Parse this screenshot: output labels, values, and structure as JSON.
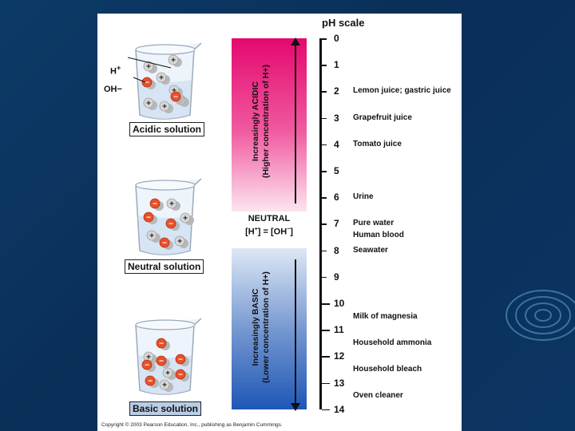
{
  "scale_title": "pH scale",
  "beakers": [
    {
      "label": "Acidic solution",
      "style": "plain"
    },
    {
      "label": "Neutral solution",
      "style": "plain"
    },
    {
      "label": "Basic solution",
      "style": "basic"
    }
  ],
  "ion_labels": {
    "h": "H+",
    "oh": "OH−"
  },
  "ion_signs": {
    "h": "+",
    "oh": "−"
  },
  "gradient": {
    "acidic_line1": "Increasingly ACIDIC",
    "acidic_line2": "(Higher concentration of H+)",
    "neutral_line1": "NEUTRAL",
    "neutral_line2": "[H+] = [OH−]",
    "basic_line1": "Increasingly BASIC",
    "basic_line2": "(Lower concentration of H+)"
  },
  "ph_values": [
    "0",
    "1",
    "2",
    "3",
    "4",
    "5",
    "6",
    "7",
    "8",
    "9",
    "10",
    "11",
    "12",
    "13",
    "14"
  ],
  "examples": [
    {
      "text": "Lemon juice; gastric juice",
      "ph": 2
    },
    {
      "text": "Grapefruit juice",
      "ph": 3
    },
    {
      "text": "Tomato juice",
      "ph": 4
    },
    {
      "text": "Urine",
      "ph": 6
    },
    {
      "text": "Pure water",
      "ph": 7
    },
    {
      "text": "Human blood",
      "ph": 7.45
    },
    {
      "text": "Seawater",
      "ph": 8
    },
    {
      "text": "Milk of magnesia",
      "ph": 10.5
    },
    {
      "text": "Household ammonia",
      "ph": 11.5
    },
    {
      "text": "Household bleach",
      "ph": 12.5
    },
    {
      "text": "Oven cleaner",
      "ph": 13.5
    }
  ],
  "copyright": "Copyright © 2003 Pearson Education, Inc., publishing as Benjamin Cummings.",
  "colors": {
    "acidic": "#e4086e",
    "basic": "#1e57b6",
    "ion_oh": "#e8502a",
    "ion_h": "#d8d8d8"
  }
}
